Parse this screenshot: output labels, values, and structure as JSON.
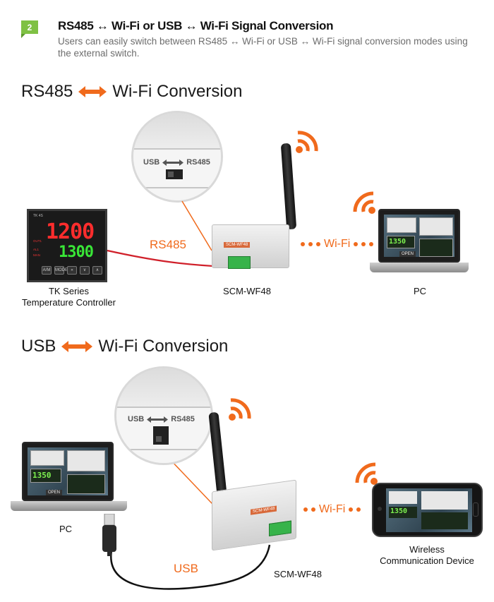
{
  "header": {
    "badge": "2",
    "title": "RS485 ↔ Wi-Fi or USB ↔ Wi-Fi Signal Conversion",
    "description": "Users can easily switch between RS485 ↔ Wi-Fi or USB ↔ Wi-Fi signal conversion modes using the external switch."
  },
  "section1": {
    "title_left": "RS485",
    "title_right": "Wi-Fi Conversion",
    "rs485_label": "RS485",
    "wifi_label": "Wi-Fi",
    "controller_label_line1": "TK Series",
    "controller_label_line2": "Temperature Controller",
    "device_label": "SCM-WF48",
    "pc_label": "PC",
    "zoom_usb": "USB",
    "zoom_rs485": "RS485",
    "controller_display_top": "1200",
    "controller_display_bottom": "1300",
    "controller_tag": "TK 4S",
    "controller_buttons": [
      "A/M",
      "MODE",
      "«",
      "∨",
      "∧"
    ],
    "device_plate": "SCM-WF48",
    "screen_open": "OPEN"
  },
  "section2": {
    "title_left": "USB",
    "title_right": "Wi-Fi Conversion",
    "usb_label": "USB",
    "wifi_label": "Wi-Fi",
    "pc_label": "PC",
    "device_label": "SCM-WF48",
    "wireless_label_line1": "Wireless",
    "wireless_label_line2": "Communication Device",
    "zoom_usb": "USB",
    "zoom_rs485": "RS485",
    "device_plate": "SCM-WF48",
    "screen_open": "OPEN"
  },
  "colors": {
    "accent": "#f06a1c",
    "badge": "#7fc144",
    "text": "#222222",
    "desc": "#6d6d6d"
  },
  "icons": [
    "double-arrow-icon",
    "wifi-signal-icon",
    "usb-plug-icon",
    "cable-icon"
  ]
}
